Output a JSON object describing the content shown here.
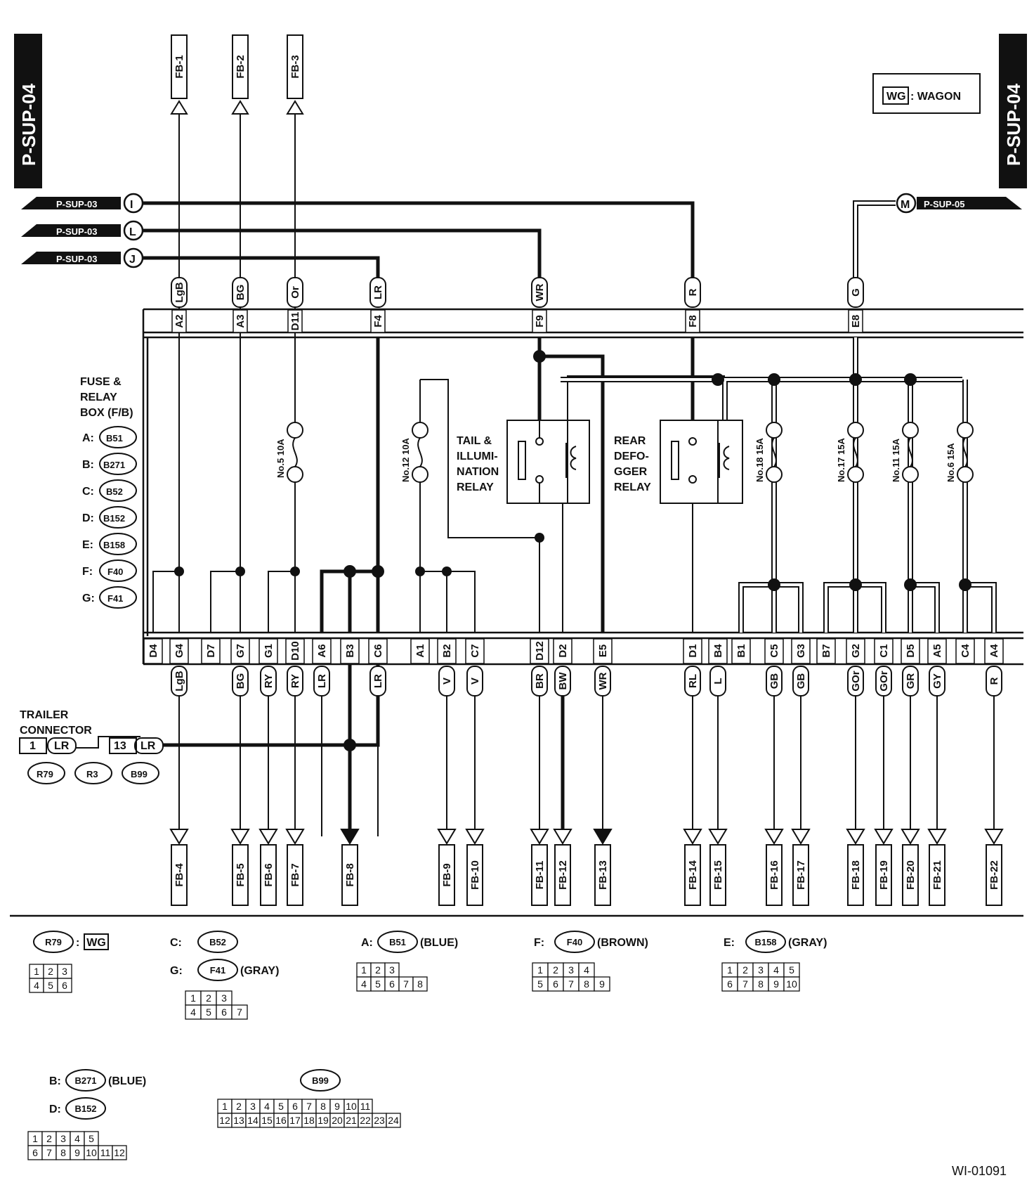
{
  "page_tag": "P-SUP-04",
  "legend": {
    "code": "WG",
    "text": ": WAGON"
  },
  "inputs": [
    {
      "ref": "P-SUP-03",
      "letter": "I"
    },
    {
      "ref": "P-SUP-03",
      "letter": "L"
    },
    {
      "ref": "P-SUP-03",
      "letter": "J"
    },
    {
      "ref": "P-SUP-05",
      "letter": "M"
    }
  ],
  "fb_top": [
    "FB-1",
    "FB-2",
    "FB-3"
  ],
  "top_wires": [
    "LgB",
    "BG",
    "Or",
    "LR",
    "WR",
    "R",
    "G"
  ],
  "top_pins": [
    "A2",
    "A3",
    "D11",
    "F4",
    "F9",
    "F8",
    "E8"
  ],
  "fuse_box": {
    "title": [
      "FUSE &",
      "RELAY",
      "BOX (F/B)"
    ],
    "connectors": [
      {
        "letter": "A:",
        "id": "B51"
      },
      {
        "letter": "B:",
        "id": "B271"
      },
      {
        "letter": "C:",
        "id": "B52"
      },
      {
        "letter": "D:",
        "id": "B152"
      },
      {
        "letter": "E:",
        "id": "B158"
      },
      {
        "letter": "F:",
        "id": "F40"
      },
      {
        "letter": "G:",
        "id": "F41"
      }
    ]
  },
  "fuses": [
    "No.5 10A",
    "No.12 10A",
    "No.18 15A",
    "No.17 15A",
    "No.11 15A",
    "No.6 15A"
  ],
  "relays": {
    "tail": [
      "TAIL &",
      "ILLUMI-",
      "NATION",
      "RELAY"
    ],
    "defogger": [
      "REAR",
      "DEFO-",
      "GGER",
      "RELAY"
    ]
  },
  "bottom_pins": [
    "D4",
    "G4",
    "D7",
    "G7",
    "G1",
    "D10",
    "A6",
    "B3",
    "C6",
    "A1",
    "B2",
    "C7",
    "D12",
    "D2",
    "E5",
    "D1",
    "B4",
    "B1",
    "C5",
    "G3",
    "B7",
    "G2",
    "C1",
    "D5",
    "A5",
    "C4",
    "A4"
  ],
  "bottom_wires": [
    "LgB",
    "BG",
    "RY",
    "RY",
    "LR",
    "LR",
    "V",
    "V",
    "BR",
    "BW",
    "WR",
    "RL",
    "L",
    "GB",
    "GB",
    "GOr",
    "GOr",
    "GR",
    "GY",
    "R"
  ],
  "fb_bottom": [
    "FB-4",
    "FB-5",
    "FB-6",
    "FB-7",
    "FB-8",
    "FB-9",
    "FB-10",
    "FB-11",
    "FB-12",
    "FB-13",
    "FB-14",
    "FB-15",
    "FB-16",
    "FB-17",
    "FB-18",
    "FB-19",
    "FB-20",
    "FB-21",
    "FB-22"
  ],
  "trailer": {
    "title": [
      "TRAILER",
      "CONNECTOR"
    ],
    "pin_a": "1",
    "wire_a": "LR",
    "pin_b": "13",
    "wire_b": "LR",
    "ids": [
      "R79",
      "R3",
      "B99"
    ]
  },
  "connector_views": [
    {
      "prefix": "",
      "id": "R79",
      "suffix": ":",
      "tag": "WG",
      "rows": [
        [
          "1",
          "2",
          "3"
        ],
        [
          "4",
          "5",
          "6"
        ]
      ]
    },
    {
      "prefix": "C:",
      "id": "B52",
      "suffix": "",
      "tag": "",
      "rows": []
    },
    {
      "prefix": "G:",
      "id": "F41",
      "suffix": "(GRAY)",
      "tag": "",
      "rows": [
        [
          "1",
          "2",
          "3"
        ],
        [
          "4",
          "5",
          "6",
          "7"
        ]
      ]
    },
    {
      "prefix": "A:",
      "id": "B51",
      "suffix": "(BLUE)",
      "tag": "",
      "rows": [
        [
          "1",
          "2",
          "3"
        ],
        [
          "4",
          "5",
          "6",
          "7",
          "8"
        ]
      ]
    },
    {
      "prefix": "F:",
      "id": "F40",
      "suffix": "(BROWN)",
      "tag": "",
      "rows": [
        [
          "1",
          "2",
          "3",
          "4"
        ],
        [
          "5",
          "6",
          "7",
          "8",
          "9"
        ]
      ]
    },
    {
      "prefix": "E:",
      "id": "B158",
      "suffix": "(GRAY)",
      "tag": "",
      "rows": [
        [
          "1",
          "2",
          "3",
          "4",
          "5"
        ],
        [
          "6",
          "7",
          "8",
          "9",
          "10"
        ]
      ]
    },
    {
      "prefix": "B:",
      "id": "B271",
      "suffix": "(BLUE)",
      "tag": "",
      "rows": []
    },
    {
      "prefix": "D:",
      "id": "B152",
      "suffix": "",
      "tag": "",
      "rows": [
        [
          "1",
          "2",
          "3",
          "4",
          "5"
        ],
        [
          "6",
          "7",
          "8",
          "9",
          "10",
          "11",
          "12"
        ]
      ]
    },
    {
      "prefix": "",
      "id": "B99",
      "suffix": "",
      "tag": "",
      "rows": [
        [
          "1",
          "2",
          "3",
          "4",
          "5",
          "6",
          "7",
          "8",
          "9",
          "10",
          "11"
        ],
        [
          "12",
          "13",
          "14",
          "15",
          "16",
          "17",
          "18",
          "19",
          "20",
          "21",
          "22",
          "23",
          "24"
        ]
      ]
    }
  ],
  "figure_id": "WI-01091"
}
